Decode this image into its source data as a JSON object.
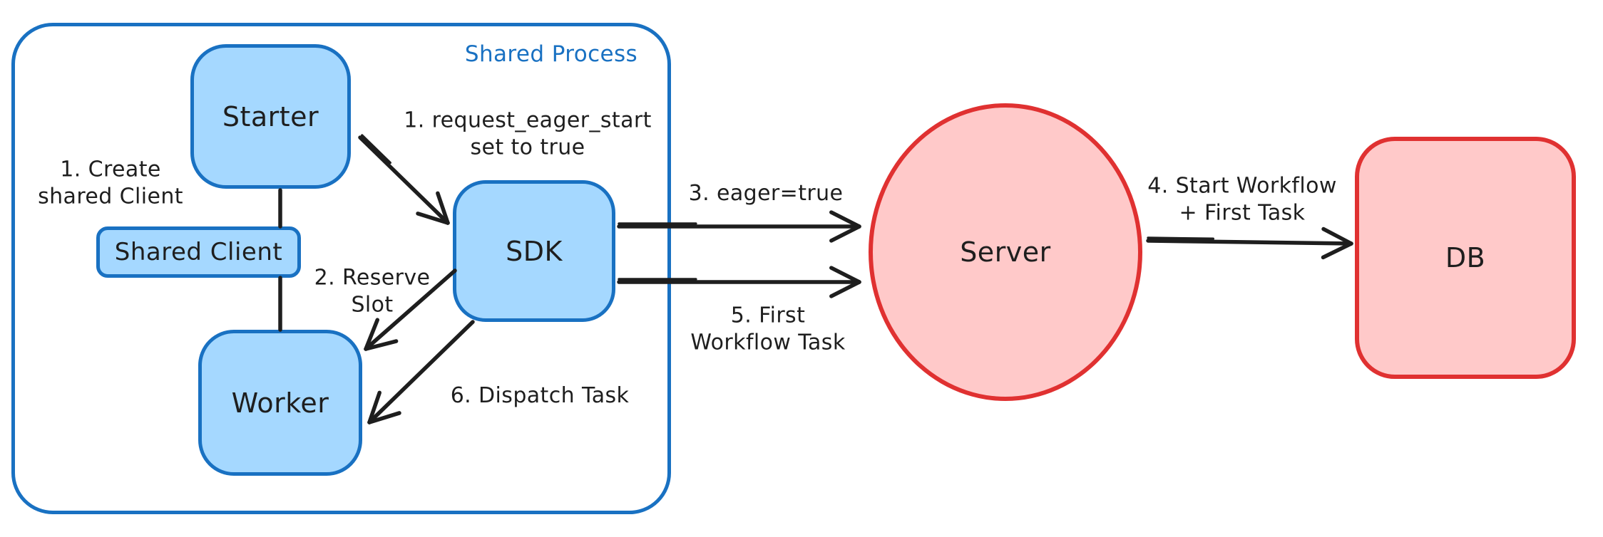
{
  "colors": {
    "blue_stroke": "#1971c2",
    "blue_fill": "#a5d8ff",
    "red_stroke": "#e03131",
    "red_fill": "#ffc9c9",
    "ink": "#1e1e1e",
    "background": "#ffffff"
  },
  "container": {
    "label": "Shared Process"
  },
  "nodes": {
    "starter": {
      "label": "Starter"
    },
    "shared_client": {
      "label": "Shared Client"
    },
    "worker": {
      "label": "Worker"
    },
    "sdk": {
      "label": "SDK"
    },
    "server": {
      "label": "Server"
    },
    "db": {
      "label": "DB"
    }
  },
  "annotations": {
    "create_shared_client": "1. Create\nshared Client",
    "request_eager_start": "1. request_eager_start\nset to true",
    "reserve_slot": "2. Reserve\nSlot",
    "eager_true": "3. eager=true",
    "start_workflow_first_task": "4. Start Workflow\n+ First Task",
    "first_workflow_task": "5. First\nWorkflow Task",
    "dispatch_task": "6. Dispatch Task"
  }
}
